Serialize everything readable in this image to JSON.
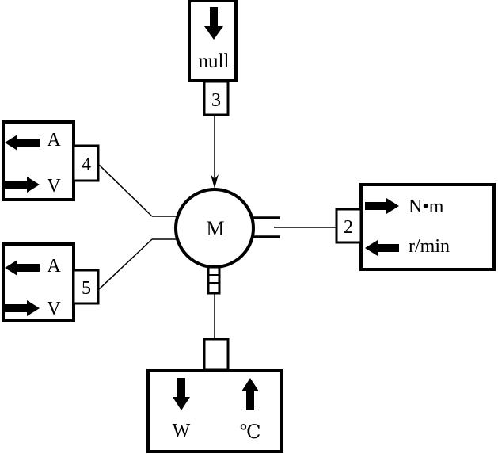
{
  "diagram": {
    "motor": {
      "label": "M"
    },
    "top_device": {
      "id": "3",
      "unit": "null",
      "arrow_direction": "down"
    },
    "left_device_upper": {
      "id": "4",
      "rows": [
        {
          "unit": "A",
          "arrow_direction": "left"
        },
        {
          "unit": "V",
          "arrow_direction": "right"
        }
      ]
    },
    "left_device_lower": {
      "id": "5",
      "rows": [
        {
          "unit": "A",
          "arrow_direction": "left"
        },
        {
          "unit": "V",
          "arrow_direction": "right"
        }
      ]
    },
    "right_device": {
      "id": "2",
      "rows": [
        {
          "unit": "N•m",
          "arrow_direction": "right"
        },
        {
          "unit": "r/min",
          "arrow_direction": "left"
        }
      ]
    },
    "bottom_device": {
      "columns": [
        {
          "unit": "W",
          "arrow_direction": "down"
        },
        {
          "unit": "℃",
          "arrow_direction": "up"
        }
      ]
    }
  }
}
